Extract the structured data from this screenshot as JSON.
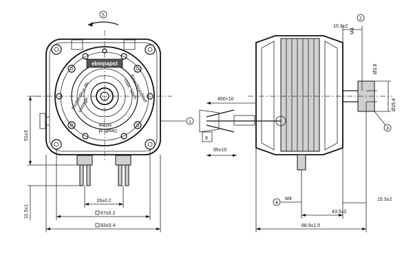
{
  "labels": {
    "rotation_ref": "5",
    "brand": "ebmpapst",
    "text_fr_1": "Profondeur de",
    "text_fr_2": "vissage",
    "text_de_1": "Einschraubtief",
    "text_de_2": "max. 5mm",
    "text_en_1": "Depth of",
    "text_en_2": "screw",
    "ref1": "1",
    "ref2": "2",
    "ref3": "3",
    "ref4": "4"
  },
  "dims": {
    "d51": "51±3",
    "d11_5": "11.5±1",
    "d26": "26±0.2",
    "d67": "67±0.2",
    "d83": "83±0.4",
    "d10_3": "10.3±2",
    "m4_top": "M4",
    "d450": "450+10",
    "d6_8": "Ø3.8",
    "d25_4": "Ø25.4",
    "d8": "8",
    "d95": "95±10",
    "m4_bot": "M4",
    "d43_5": "43.5±2",
    "d15_3": "15.3±2",
    "d88_9": "88.9±1.5"
  }
}
